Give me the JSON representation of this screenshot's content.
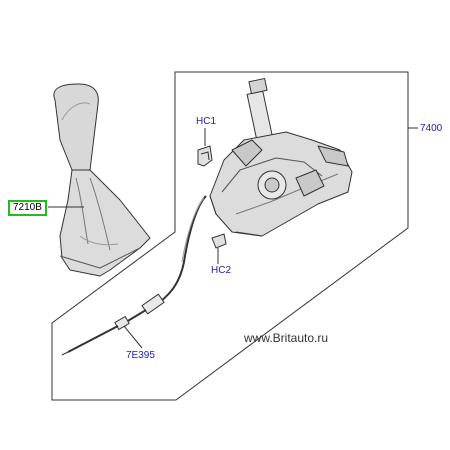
{
  "diagram": {
    "callouts": {
      "gear_knob_boot": "7210B",
      "selector_assembly": "7400",
      "clip_upper": "HC1",
      "clip_lower": "HC2",
      "shift_cable": "7E395"
    },
    "watermark": "www.Britauto.ru",
    "colors": {
      "line": "#333333",
      "callout_text": "#2222aa",
      "highlight_box": "#22bb22",
      "shading": "#c8c8c8"
    }
  }
}
